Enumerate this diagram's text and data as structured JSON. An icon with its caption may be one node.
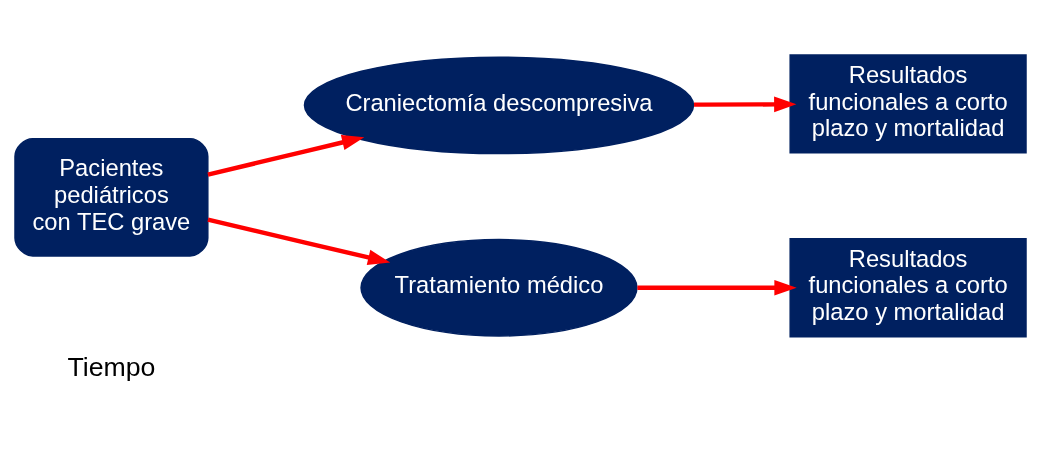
{
  "diagram": {
    "nodes": [
      {
        "text": [
          "Pacientes pediátricos con TEC grave"
        ]
      },
      {
        "text": [
          "Craniectomía descompresiva"
        ]
      },
      {
        "text": [
          "Tratamiento médico"
        ]
      },
      {
        "text": [
          "Resultados funcionales a corto plazo y mortalidad"
        ]
      },
      {
        "text": [
          "Resultados funcionales a corto plazo y mortalidad"
        ]
      }
    ],
    "edges": [
      {
        "from": 0,
        "to": 1,
        "arrow": "to"
      },
      {
        "from": 0,
        "to": 2,
        "arrow": "to"
      },
      {
        "from": 1,
        "to": 3,
        "arrow": "to"
      },
      {
        "from": 2,
        "to": 4,
        "arrow": "to"
      }
    ],
    "labels": [
      "Tiempo"
    ]
  }
}
